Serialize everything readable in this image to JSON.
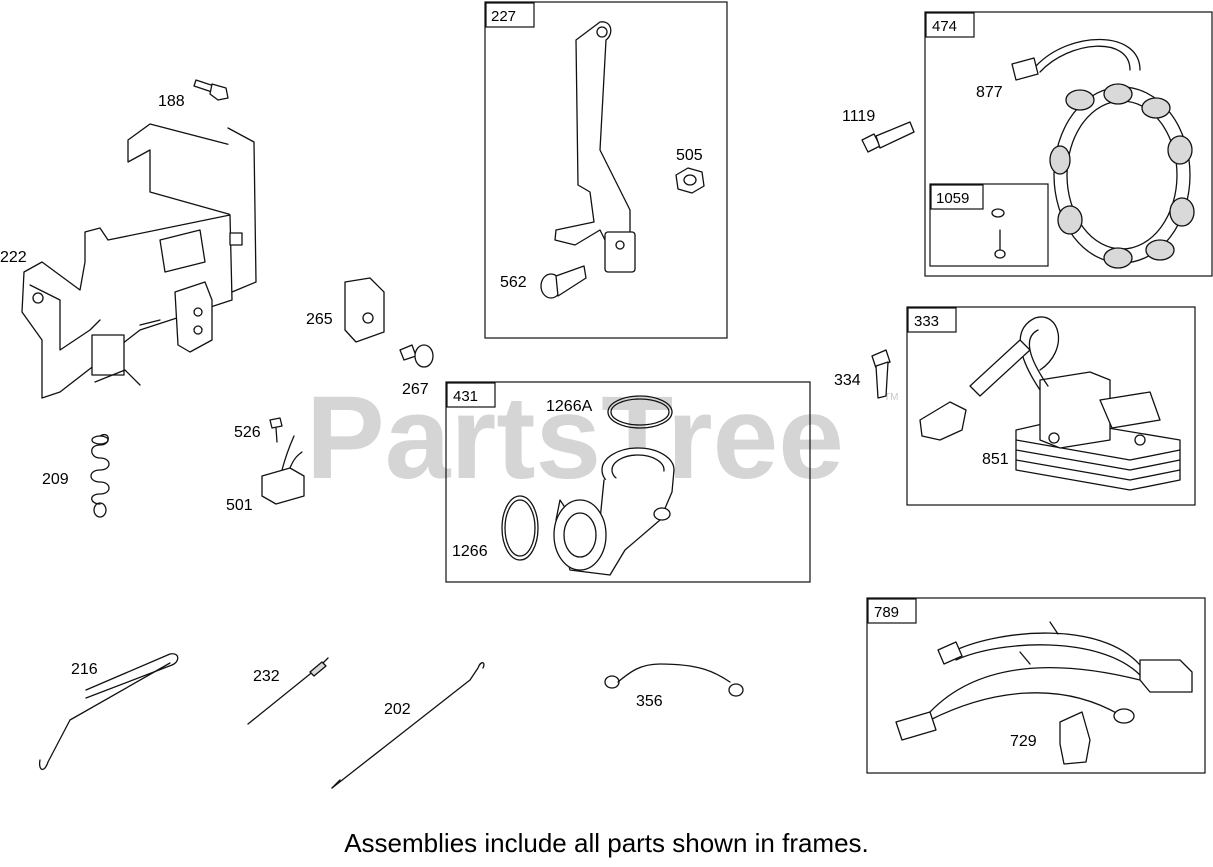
{
  "watermark": {
    "text": "PartsTree",
    "trademark": "TM"
  },
  "footer": {
    "note": "Assemblies include all parts shown in frames."
  },
  "frames": {
    "f227": "227",
    "f474": "474",
    "f1059": "1059",
    "f431": "431",
    "f333": "333",
    "f789": "789"
  },
  "parts": {
    "p188": "188",
    "p222": "222",
    "p209": "209",
    "p265": "265",
    "p267": "267",
    "p526": "526",
    "p501": "501",
    "p505": "505",
    "p562": "562",
    "p1119": "1119",
    "p877": "877",
    "p334": "334",
    "p851": "851",
    "p1266A": "1266A",
    "p1266": "1266",
    "p216": "216",
    "p232": "232",
    "p202": "202",
    "p356": "356",
    "p729": "729"
  }
}
